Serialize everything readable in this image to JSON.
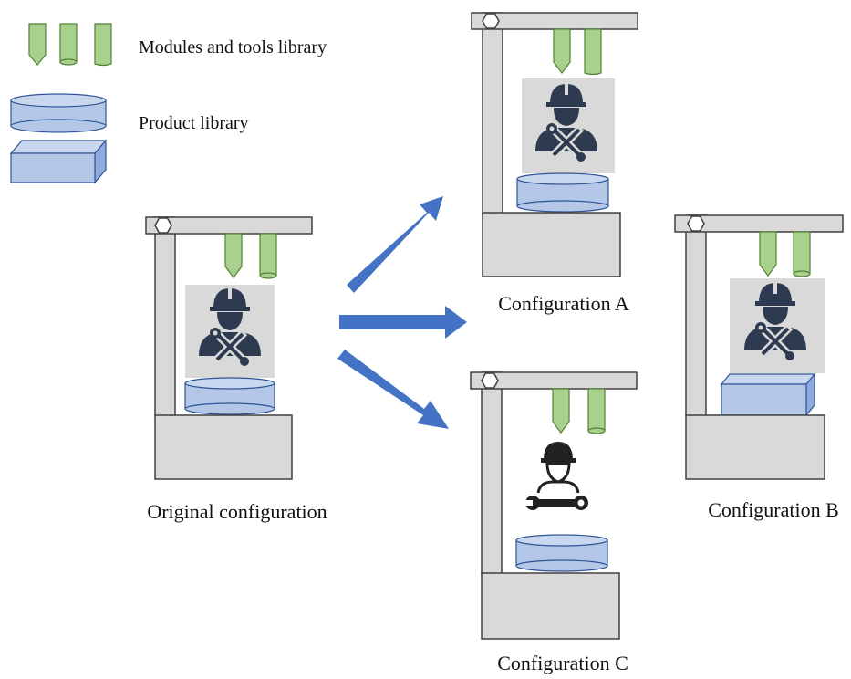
{
  "legend": {
    "tools_label": "Modules and tools library",
    "product_label": "Product library"
  },
  "configurations": {
    "original": "Original configuration",
    "a": "Configuration A",
    "b": "Configuration B",
    "c": "Configuration C"
  },
  "colors": {
    "frame_fill": "#d9d9d9",
    "frame_stroke": "#404040",
    "tool_fill": "#a9d18e",
    "tool_stroke": "#548235",
    "product_fill": "#b4c7e7",
    "product_stroke": "#2f5597",
    "arrow": "#4472c4",
    "worker_bg": "#d9d9d9",
    "worker_icon": "#2e3a4f"
  },
  "icons": {
    "worker": "worker-with-tools-icon",
    "worker_outline": "worker-outline-with-wrench-icon",
    "hex_joint": "hexagon-joint-icon"
  }
}
